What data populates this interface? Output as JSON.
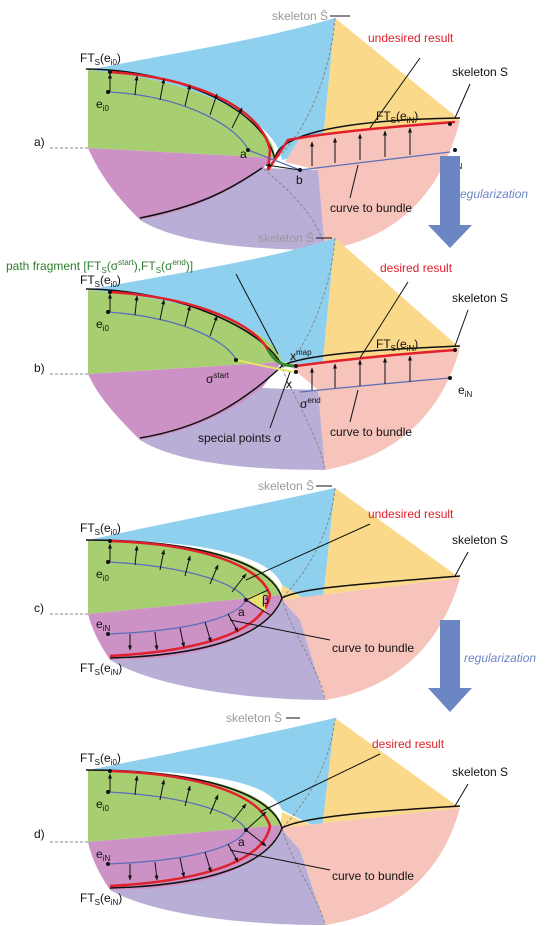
{
  "panels": [
    {
      "id": "a",
      "label": "a)",
      "skeleton_bar": "skeleton S̄",
      "skeleton": "skeleton S",
      "result": "undesired result",
      "ft_top_base": "FT",
      "ft_top_sub": "S",
      "ft_top_arg": "(e",
      "ft_top_idx": "i0",
      "ft_top_close": ")",
      "e_top_base": "e",
      "e_top_idx": "i0",
      "ft_bot_base": "FT",
      "ft_bot_sub": "S",
      "ft_bot_arg": "(e",
      "ft_bot_idx": "iN",
      "ft_bot_close": ")",
      "e_bot_base": "e",
      "e_bot_idx": "iN",
      "pt_a": "a",
      "pt_b": "b",
      "curve": "curve to bundle"
    },
    {
      "id": "b",
      "label": "b)",
      "skeleton_bar": "skeleton S̄",
      "skeleton": "skeleton S",
      "result": "desired result",
      "path_fragment": "path fragment [FT",
      "pf_sub1": "S",
      "pf_arg1": "(σ",
      "pf_sup1": "start",
      "pf_mid": "),FT",
      "pf_sub2": "S",
      "pf_arg2": "(σ",
      "pf_sup2": "end",
      "pf_close": ")]",
      "ft_top_base": "FT",
      "ft_top_sub": "S",
      "ft_top_arg": "(e",
      "ft_top_idx": "i0",
      "ft_top_close": ")",
      "e_top_base": "e",
      "e_top_idx": "i0",
      "ft_bot_base": "FT",
      "ft_bot_sub": "S",
      "ft_bot_arg": "(e",
      "ft_bot_idx": "iN",
      "ft_bot_close": ")",
      "e_bot_base": "e",
      "e_bot_idx": "iN",
      "x_map": "x",
      "x_map_sup": "map",
      "x": "x",
      "sigma_start": "σ",
      "sigma_start_sup": "start",
      "sigma_end": "σ",
      "sigma_end_sup": "end",
      "special": "special points σ",
      "curve": "curve to bundle"
    },
    {
      "id": "c",
      "label": "c)",
      "skeleton_bar": "skeleton S̄",
      "skeleton": "skeleton S",
      "result": "undesired result",
      "ft_top_base": "FT",
      "ft_top_sub": "S",
      "ft_top_arg": "(e",
      "ft_top_idx": "i0",
      "ft_top_close": ")",
      "e_top_base": "e",
      "e_top_idx": "i0",
      "ft_bot_base": "FT",
      "ft_bot_sub": "S",
      "ft_bot_arg": "(e",
      "ft_bot_idx": "iN",
      "ft_bot_close": ")",
      "e_bot_base": "e",
      "e_bot_idx": "iN",
      "pt_a": "a",
      "beta": "β",
      "curve": "curve to bundle"
    },
    {
      "id": "d",
      "label": "d)",
      "skeleton_bar": "skeleton S̄",
      "skeleton": "skeleton S",
      "result": "desired result",
      "ft_top_base": "FT",
      "ft_top_sub": "S",
      "ft_top_arg": "(e",
      "ft_top_idx": "i0",
      "ft_top_close": ")",
      "e_top_base": "e",
      "e_top_idx": "i0",
      "ft_bot_base": "FT",
      "ft_bot_sub": "S",
      "ft_bot_arg": "(e",
      "ft_bot_idx": "iN",
      "ft_bot_close": ")",
      "e_bot_base": "e",
      "e_bot_idx": "iN",
      "pt_a": "a",
      "curve": "curve to bundle"
    }
  ],
  "arrows": [
    "regularization",
    "regularization"
  ],
  "colors": {
    "blue_region": "#8fd0ee",
    "yellow_region": "#fbd98a",
    "salmon_region": "#f7c4bc",
    "green_region": "#a7cf71",
    "magenta_region": "#cc92c6",
    "lavender_region": "#b9aed6",
    "ft_curve": "#e0202a",
    "bundle_curve": "#5b6fb8",
    "arrow": "#6c86c4"
  }
}
